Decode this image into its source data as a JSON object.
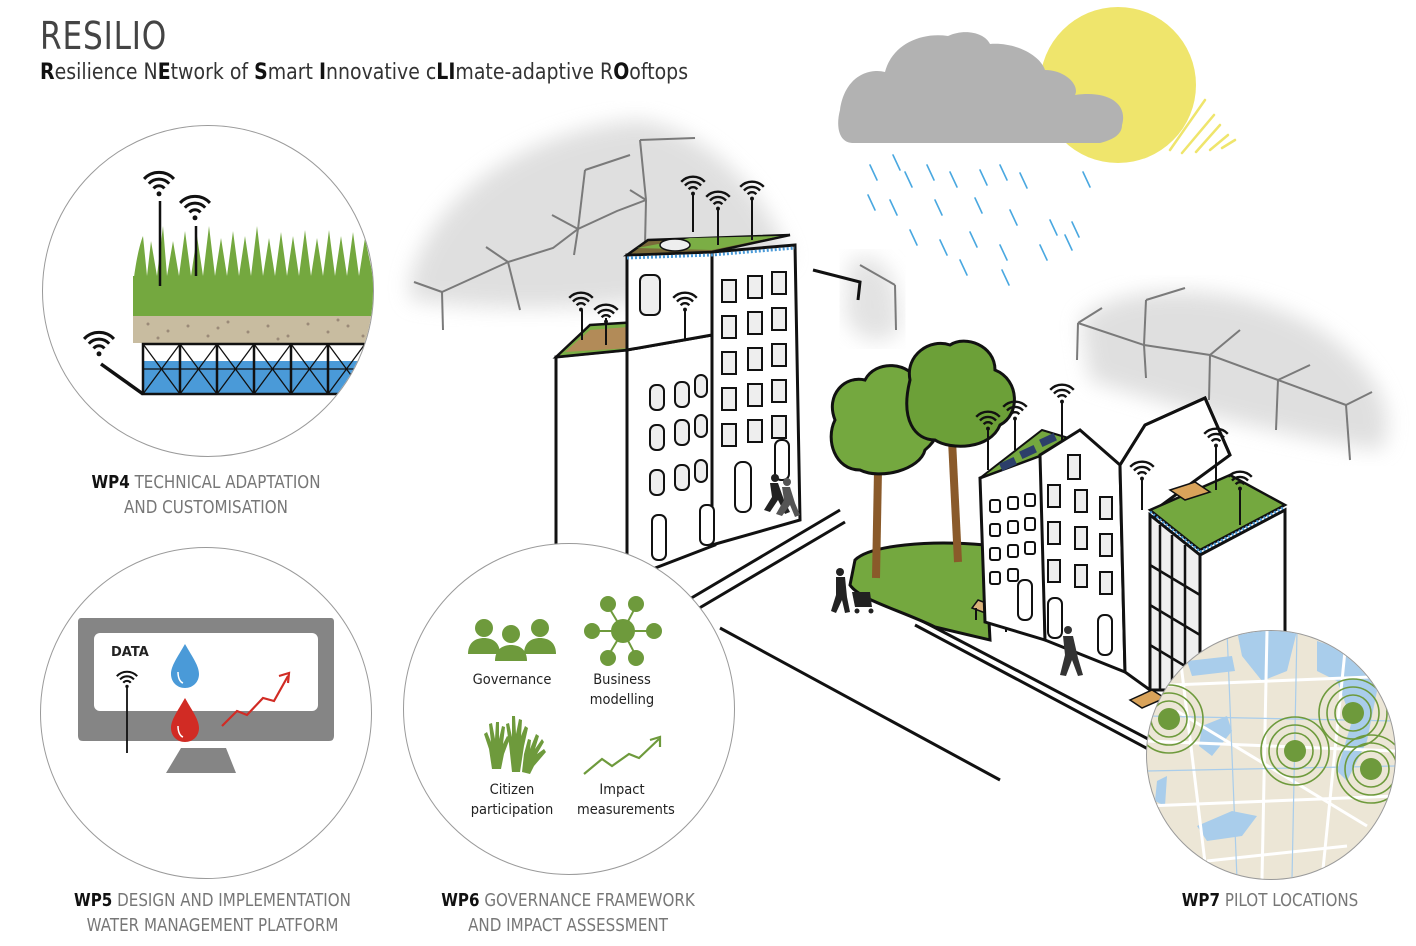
{
  "header": {
    "title": "RESILIO",
    "subtitle_parts": [
      {
        "b": "R",
        "t": "esilience N"
      },
      {
        "b": "E",
        "t": "twork of "
      },
      {
        "b": "S",
        "t": "mart "
      },
      {
        "b": "I",
        "t": "nnovative c"
      },
      {
        "b": "LI",
        "t": "mate-adaptive R"
      },
      {
        "b": "O",
        "t": "oftops"
      }
    ]
  },
  "colors": {
    "green": "#6e9a3c",
    "grass": "#74a83f",
    "water": "#4a9ad8",
    "soil": "#c8bca0",
    "monitor": "#858585",
    "red": "#d12b24",
    "cloud": "#b2b2b2",
    "sun": "#efe56c",
    "rain": "#4aa8e0",
    "map_land": "#ece6d6",
    "map_water": "#a9cdeb",
    "wood": "#c98f48",
    "trunk": "#8a5a2a"
  },
  "wp4": {
    "code": "WP4",
    "line1": "TECHNICAL ADAPTATION",
    "line2": "AND CUSTOMISATION",
    "icon": "green-roof-cross-section"
  },
  "wp5": {
    "code": "WP5",
    "line1": "DESIGN AND IMPLEMENTATION",
    "line2": "WATER MANAGEMENT PLATFORM",
    "screen_label": "DATA",
    "icons": [
      "wifi-icon",
      "blue-drop-icon",
      "red-drop-icon",
      "trend-arrow-icon"
    ]
  },
  "wp6": {
    "code": "WP6",
    "line1": "GOVERNANCE FRAMEWORK",
    "line2": "AND IMPACT ASSESSMENT",
    "items": [
      {
        "label1": "Governance",
        "label2": "",
        "icon": "people-icon"
      },
      {
        "label1": "Business",
        "label2": "modelling",
        "icon": "network-icon"
      },
      {
        "label1": "Citizen",
        "label2": "participation",
        "icon": "hands-icon"
      },
      {
        "label1": "Impact",
        "label2": "measurements",
        "icon": "trend-arrow-icon"
      }
    ]
  },
  "wp7": {
    "code": "WP7",
    "line1": "PILOT LOCATIONS",
    "pilot_count": 4
  }
}
